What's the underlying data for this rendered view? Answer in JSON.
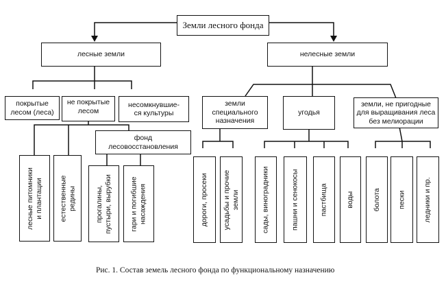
{
  "root": {
    "label": "Земли лесного фонда"
  },
  "level1": {
    "forest": {
      "label": "лесные земли"
    },
    "nonforest": {
      "label": "нелесные земли"
    }
  },
  "forest_children": {
    "covered": {
      "label": "покрытые\nлесом (леса)"
    },
    "uncovered": {
      "label": "не покрытые\nлесом"
    },
    "unclosed": {
      "label": "несомкнувшие-\nся культуры"
    }
  },
  "uncovered_children": {
    "nurseries": {
      "label": "лесные питомники\nи плантации"
    },
    "sparse": {
      "label": "естественные\nредины"
    },
    "reforestation_fund": {
      "label": "фонд\nлесовосстановления"
    }
  },
  "reforestation_children": {
    "glades": {
      "label": "прогалины,\nпустыри, вырубки"
    },
    "burnt": {
      "label": "гари и погибшие\nнасаждения"
    }
  },
  "nonforest_children": {
    "special": {
      "label": "земли\nспециального\nназначения"
    },
    "lands": {
      "label": "угодья"
    },
    "unsuitable": {
      "label": "земли,  не пригодные\nдля выращивания леса\nбез мелиорации"
    }
  },
  "special_children": {
    "roads": {
      "label": "дороги, просеки"
    },
    "estates": {
      "label": "усадьбы и прочие\nземли"
    }
  },
  "lands_children": {
    "gardens": {
      "label": "сады, виноградники"
    },
    "arable": {
      "label": "пашни и сенокосы"
    },
    "pastures": {
      "label": "пастбища"
    },
    "waters": {
      "label": "воды"
    }
  },
  "unsuitable_children": {
    "swamps": {
      "label": "болота"
    },
    "sands": {
      "label": "пески"
    },
    "glaciers": {
      "label": "ледники и пр."
    }
  },
  "caption": "Рис. 1. Состав земель лесного фонда по функциональному назначению"
}
